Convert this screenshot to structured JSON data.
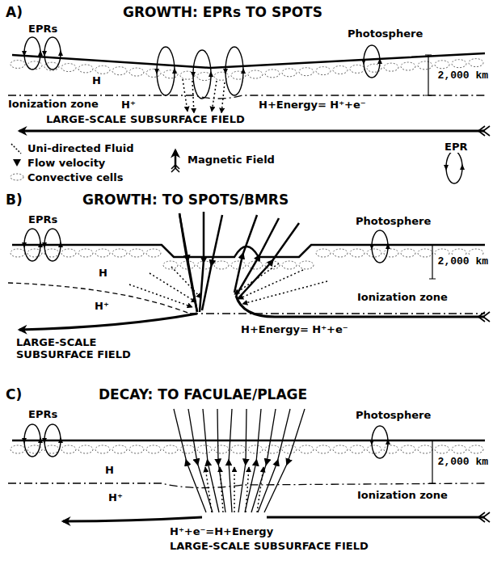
{
  "diagram": {
    "labels": [
      "A)",
      "GROWTH: EPRs TO SPOTS",
      "EPRs",
      "Photosphere",
      "2,000 km",
      "H",
      "Ionization zone",
      "H⁺",
      "H+Energy= H⁺+e⁻",
      "LARGE-SCALE SUBSURFACE FIELD",
      "B)",
      "GROWTH: TO SPOTS/BMRS",
      "EPRs",
      "Photosphere",
      "2,000 km",
      "H",
      "Ionization zone",
      "H⁺",
      "LARGE-SCALE SUBSURFACE FIELD",
      "H+Energy= H⁺+e⁻",
      "C)",
      "DECAY: TO FACULAE/PLAGE",
      "EPRs",
      "Photosphere",
      "2,000 km",
      "H",
      "H⁺",
      "Ionization zone",
      "H⁺+e⁻=H+Energy",
      "LARGE-SCALE SUBSURFACE FIELD"
    ],
    "legend": [
      {
        "text": "Uni-directed Fluid"
      },
      {
        "text": "Flow velocity"
      },
      {
        "text": "Convective cells"
      },
      {
        "text": "Magnetic Field"
      },
      {
        "text": "EPR"
      }
    ]
  }
}
